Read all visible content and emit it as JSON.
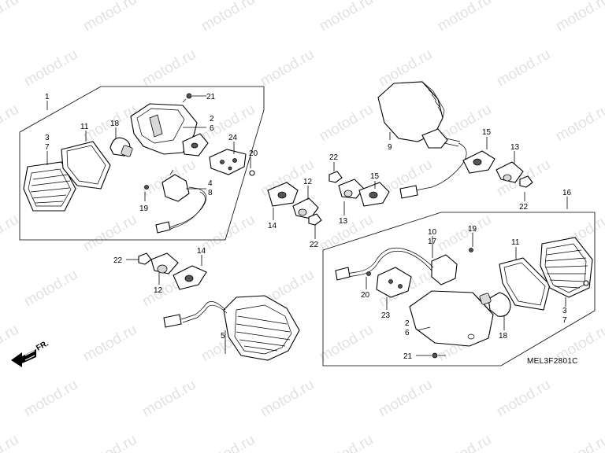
{
  "watermark": "motod.ru",
  "diagram_code": "MEL3F2801C",
  "direction_label": "FR.",
  "callouts": {
    "c1": "1",
    "c3_7": "3\n7",
    "c11": "11",
    "c18": "18",
    "c2_6": "2\n6",
    "c21": "21",
    "c24": "24",
    "c20": "20",
    "c19": "19",
    "c4_8": "4\n8",
    "c9": "9",
    "c15a": "15",
    "c13a": "13",
    "c22a": "22",
    "c22b": "22",
    "c12a": "12",
    "c15b": "15",
    "c14a": "14",
    "c13b": "13",
    "c22c": "22",
    "c16": "16",
    "c10_17": "10\n17",
    "c19b": "19",
    "c11b": "11",
    "c20b": "20",
    "c23": "23",
    "c2_6b": "2\n6",
    "c18b": "18",
    "c3_7b": "3\n7",
    "c21b": "21",
    "c22d": "22",
    "c14b": "14",
    "c12b": "12",
    "c5": "5"
  }
}
